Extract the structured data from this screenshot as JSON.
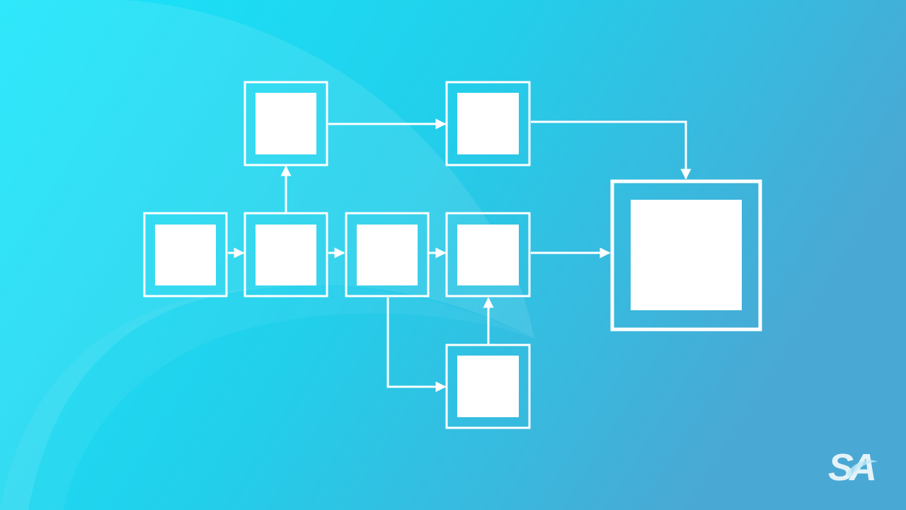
{
  "slide": {
    "background_gradient": [
      "#18e6fb",
      "#1ed8ef",
      "#4aa8d4"
    ],
    "line_color": "#ffffff"
  },
  "diagram": {
    "nodes": [
      {
        "id": "node-a",
        "kind": "step"
      },
      {
        "id": "node-b",
        "kind": "step"
      },
      {
        "id": "node-c",
        "kind": "step"
      },
      {
        "id": "node-d",
        "kind": "step"
      },
      {
        "id": "node-e",
        "kind": "step"
      },
      {
        "id": "node-f",
        "kind": "step"
      },
      {
        "id": "node-g",
        "kind": "step"
      },
      {
        "id": "node-h",
        "kind": "final"
      }
    ],
    "connectors": [
      {
        "from": "node-a",
        "to": "node-b"
      },
      {
        "from": "node-b",
        "to": "node-c"
      },
      {
        "from": "node-b",
        "to": "node-e"
      },
      {
        "from": "node-c",
        "to": "node-d"
      },
      {
        "from": "node-c",
        "to": "node-g"
      },
      {
        "from": "node-g",
        "to": "node-d"
      },
      {
        "from": "node-e",
        "to": "node-f"
      },
      {
        "from": "node-f",
        "to": "node-h"
      },
      {
        "from": "node-d",
        "to": "node-h"
      }
    ]
  },
  "watermark": {
    "text": "SA",
    "color": "#ffffff"
  }
}
